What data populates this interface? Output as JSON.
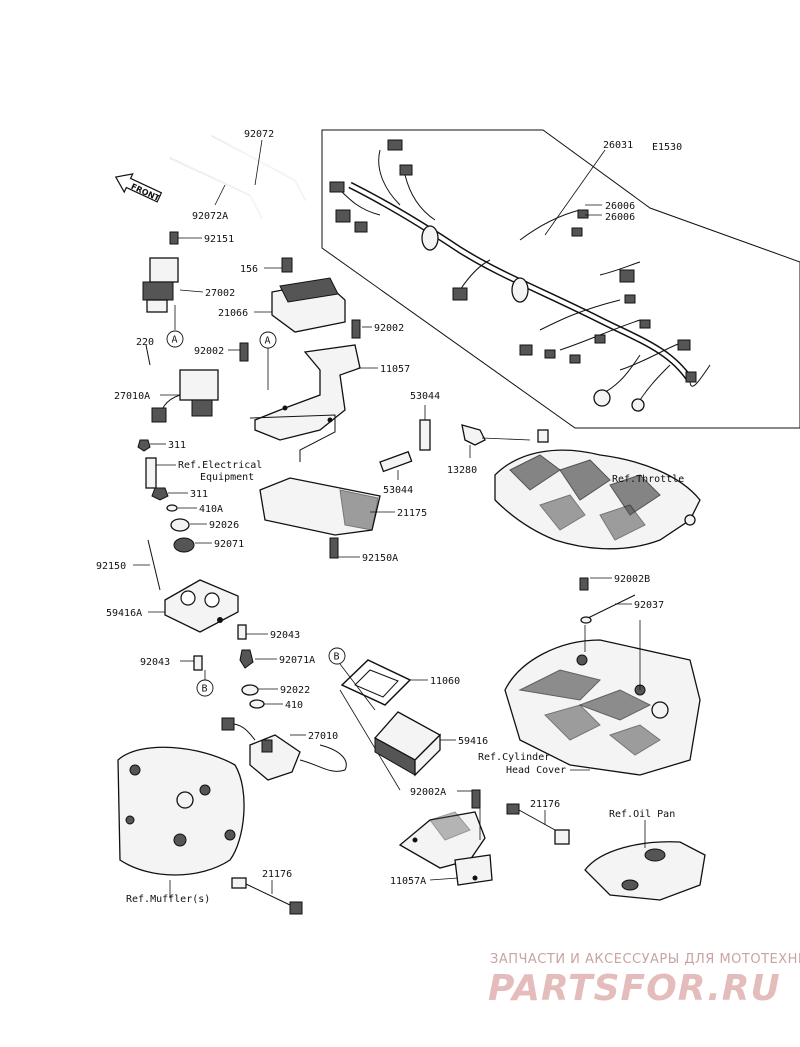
{
  "diagram": {
    "code": "E1530",
    "front_label": "FRONT",
    "part_labels": [
      {
        "id": "26031",
        "text": "26031"
      },
      {
        "id": "26006a",
        "text": "26006"
      },
      {
        "id": "26006b",
        "text": "26006"
      },
      {
        "id": "92072",
        "text": "92072"
      },
      {
        "id": "92072A",
        "text": "92072A"
      },
      {
        "id": "92151",
        "text": "92151"
      },
      {
        "id": "27002",
        "text": "27002"
      },
      {
        "id": "156",
        "text": "156"
      },
      {
        "id": "21066",
        "text": "21066"
      },
      {
        "id": "92002a",
        "text": "92002"
      },
      {
        "id": "220",
        "text": "220"
      },
      {
        "id": "92002b",
        "text": "92002"
      },
      {
        "id": "11057",
        "text": "11057"
      },
      {
        "id": "27010A",
        "text": "27010A"
      },
      {
        "id": "53044a",
        "text": "53044"
      },
      {
        "id": "311a",
        "text": "311"
      },
      {
        "id": "13280",
        "text": "13280"
      },
      {
        "id": "refelec1",
        "text": "Ref.Electrical"
      },
      {
        "id": "refelec2",
        "text": "Equipment"
      },
      {
        "id": "refthrottle",
        "text": "Ref.Throttle"
      },
      {
        "id": "53044b",
        "text": "53044"
      },
      {
        "id": "311b",
        "text": "311"
      },
      {
        "id": "21175",
        "text": "21175"
      },
      {
        "id": "410A",
        "text": "410A"
      },
      {
        "id": "92026",
        "text": "92026"
      },
      {
        "id": "92071",
        "text": "92071"
      },
      {
        "id": "92150",
        "text": "92150"
      },
      {
        "id": "92150A",
        "text": "92150A"
      },
      {
        "id": "92002B",
        "text": "92002B"
      },
      {
        "id": "59416A",
        "text": "59416A"
      },
      {
        "id": "92037",
        "text": "92037"
      },
      {
        "id": "92043a",
        "text": "92043"
      },
      {
        "id": "92043b",
        "text": "92043"
      },
      {
        "id": "92071A",
        "text": "92071A"
      },
      {
        "id": "11060",
        "text": "11060"
      },
      {
        "id": "92022",
        "text": "92022"
      },
      {
        "id": "410",
        "text": "410"
      },
      {
        "id": "27010",
        "text": "27010"
      },
      {
        "id": "59416",
        "text": "59416"
      },
      {
        "id": "refcyl1",
        "text": "Ref.Cylinder"
      },
      {
        "id": "refcyl2",
        "text": "Head Cover"
      },
      {
        "id": "92002A",
        "text": "92002A"
      },
      {
        "id": "21176a",
        "text": "21176"
      },
      {
        "id": "refoil",
        "text": "Ref.Oil Pan"
      },
      {
        "id": "11057A",
        "text": "11057A"
      },
      {
        "id": "21176b",
        "text": "21176"
      },
      {
        "id": "refmuffler",
        "text": "Ref.Muffler(s)"
      }
    ],
    "callouts": {
      "A1": "A",
      "A2": "A",
      "B1": "B",
      "B2": "B"
    }
  },
  "watermark": {
    "line1": "ЗАПЧАСТИ И АКСЕССУАРЫ ДЛЯ МОТОТЕХНИКИ",
    "line2": "PARTSFOR.RU"
  }
}
